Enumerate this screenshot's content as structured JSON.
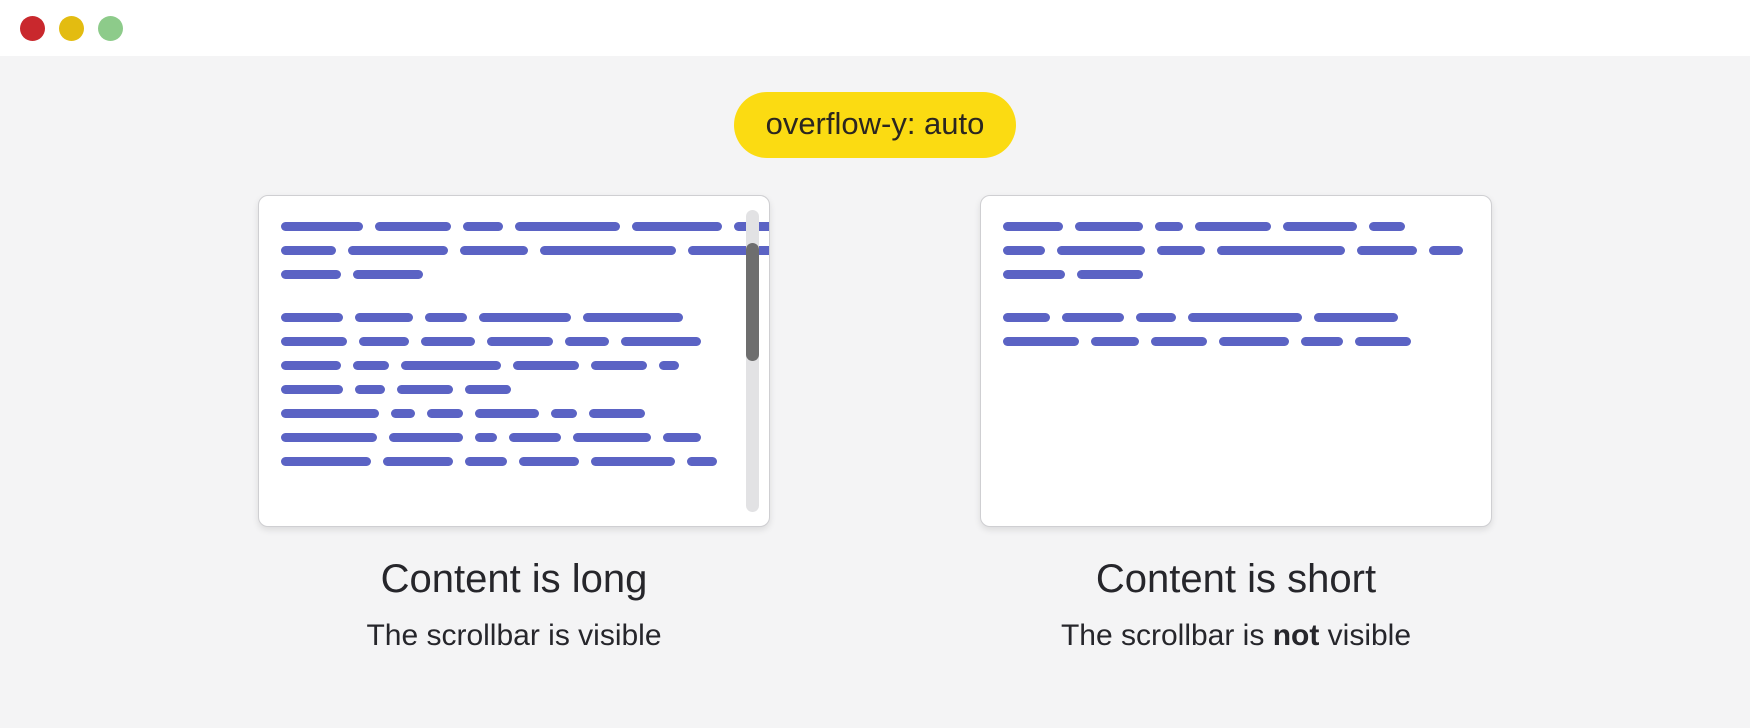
{
  "window": {
    "controls": [
      {
        "name": "close",
        "color": "#c9282d"
      },
      {
        "name": "minimize",
        "color": "#e3bc11"
      },
      {
        "name": "maximize",
        "color": "#8dcb8a"
      }
    ]
  },
  "badge": {
    "label": "overflow-y: auto",
    "background": "#fbdb12",
    "text_color": "#2b2620"
  },
  "theme": {
    "page_background": "#f4f4f5",
    "titlebar_background": "#ffffff",
    "card_background": "#ffffff",
    "card_border": "#cfcfd2",
    "placeholder_bar": "#5b63c4",
    "scrollbar_track": "#e2e2e4",
    "scrollbar_thumb": "#6e6e6e",
    "text_color": "#26262b"
  },
  "panels": [
    {
      "id": "long",
      "title": "Content is long",
      "subtitle_prefix": "The scrollbar is ",
      "subtitle_emphasis": "",
      "subtitle_suffix": "visible",
      "scrollbar_visible": true,
      "scrollbar": {
        "thumb_top_pct": 11,
        "thumb_height_pct": 39
      },
      "paragraphs": [
        [
          [
            82,
            76,
            40,
            105,
            90,
            72,
            46
          ],
          [
            55,
            100,
            68,
            136,
            100,
            38
          ],
          [
            60,
            70
          ]
        ],
        [
          [
            62,
            58,
            42,
            92,
            100
          ],
          [
            66,
            50,
            54,
            66,
            44,
            80
          ],
          [
            60,
            36,
            100,
            66,
            56,
            20
          ],
          [
            62,
            30,
            56,
            46
          ],
          [
            98,
            24,
            36,
            64,
            26,
            56
          ],
          [
            96,
            74,
            22,
            52,
            78,
            38
          ],
          [
            90,
            70,
            42,
            60,
            84,
            30
          ]
        ]
      ]
    },
    {
      "id": "short",
      "title": "Content is short",
      "subtitle_prefix": "The scrollbar is ",
      "subtitle_emphasis": "not",
      "subtitle_suffix": " visible",
      "scrollbar_visible": false,
      "scrollbar": null,
      "paragraphs": [
        [
          [
            60,
            68,
            28,
            76,
            74,
            36
          ],
          [
            42,
            88,
            48,
            128,
            60,
            34
          ],
          [
            62,
            66
          ]
        ],
        [
          [
            47,
            62,
            40,
            114,
            84
          ],
          [
            76,
            48,
            56,
            70,
            42,
            56
          ]
        ]
      ]
    }
  ]
}
